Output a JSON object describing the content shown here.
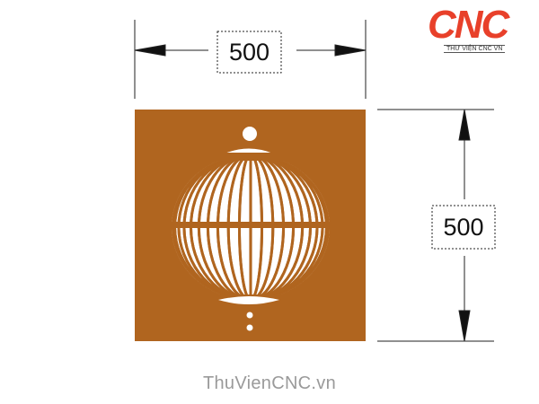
{
  "dimensions": {
    "width_label": "500",
    "height_label": "500"
  },
  "panel": {
    "color": "#b0651f",
    "pattern_color": "#ffffff"
  },
  "logo": {
    "main": "CNC",
    "sub": "THƯ VIỆN CNC VN"
  },
  "watermark": "ThuVienCNC.vn"
}
